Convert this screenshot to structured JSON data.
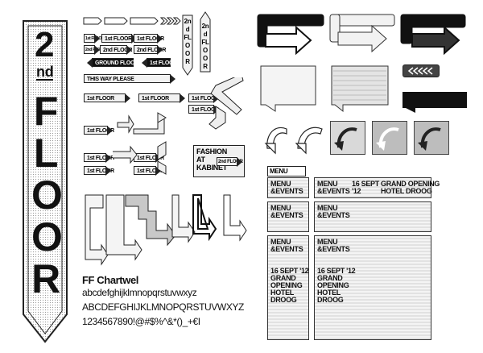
{
  "tall_sign": {
    "line1": "2",
    "line2": "nd",
    "letters": [
      "F",
      "L",
      "O",
      "O",
      "R"
    ]
  },
  "small_signs": {
    "first_floor": "1st FLOOR",
    "second_floor": "2nd FLOOR",
    "ground_floor": "GROUND FLOOR",
    "this_way": "THIS WAY PLEASE",
    "vertical_second": "2nd FLOOR"
  },
  "fashion_sign": {
    "line1": "FASHION",
    "line2": "AT",
    "line3": "KABINET",
    "tag": "2nd FLOOR"
  },
  "specimen": {
    "font_name": "FF Chartwel",
    "lowercase": "abcdefghijklmnopqrstuvwxyz",
    "uppercase": "ABCDEFGHIJKLMNOPQRSTUVWXYZ",
    "figures": "1234567890!@#$%^&*()_+€I"
  },
  "menu_boards": {
    "menu": "MENU",
    "menu_events": "MENU\n&EVENTS",
    "date": "16 SEPT\n'12",
    "grand_opening": "GRAND OPENING\nHOTEL DROOG",
    "long_block": "MENU\n&EVENTS\n\n\n16 SEPT '12\nGRAND\nOPENING\nHOTEL\nDROOG"
  },
  "colors": {
    "ink": "#111111",
    "panel": "#e9e9e9",
    "tile": "#bdbdbd"
  }
}
